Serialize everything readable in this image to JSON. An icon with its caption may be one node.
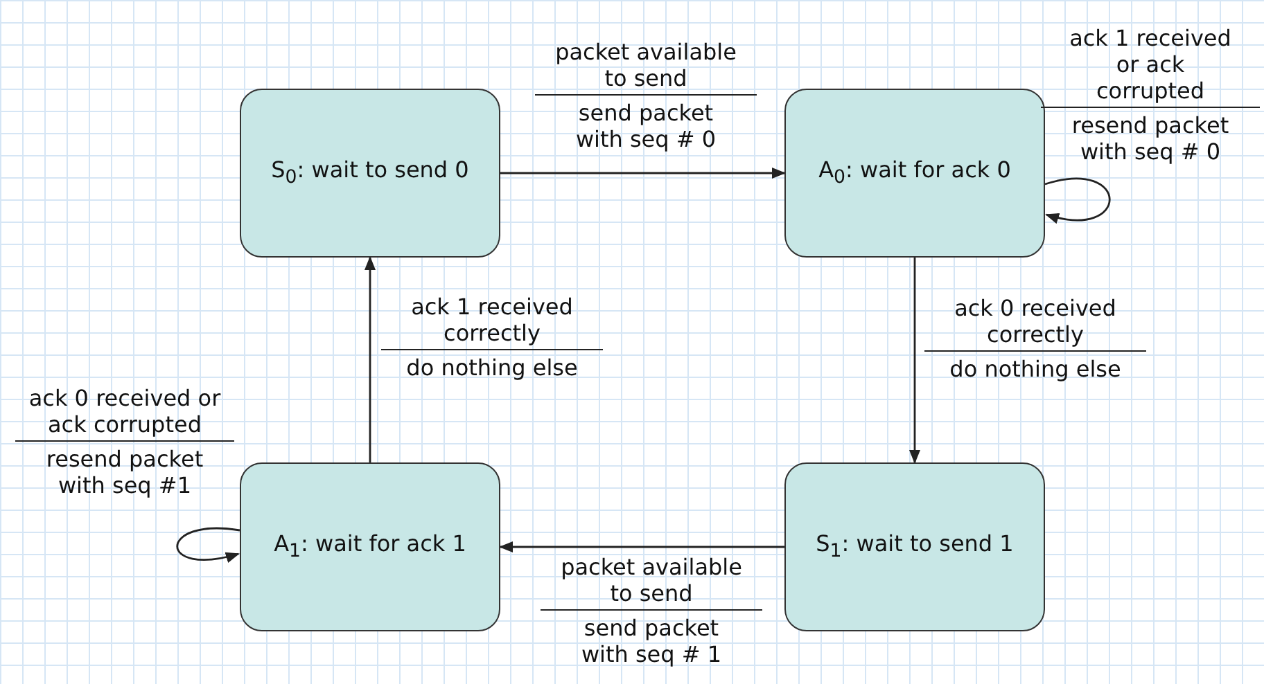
{
  "diagram": {
    "nodes": [
      {
        "text": [
          "S$_{0}$: wait to send 0"
        ]
      },
      {
        "text": [
          "A$_{0}$: wait for ack 0"
        ]
      },
      {
        "text": [
          "A$_{1}$: wait for ack 1"
        ]
      },
      {
        "text": [
          "S$_{1}$: wait to send 1"
        ]
      }
    ],
    "edges": [
      {
        "from": 0,
        "to": 1,
        "arrow": "to",
        "label": "packet available to send"
      },
      {
        "from": 1,
        "to": 1,
        "arrow": "to",
        "label": "ack 1 received or ack corrupted"
      },
      {
        "from": 1,
        "to": 3,
        "arrow": "to",
        "label": "ack 0 received correctly"
      },
      {
        "from": 3,
        "to": 2,
        "arrow": "to",
        "label": "packet available to send"
      },
      {
        "from": 2,
        "to": 2,
        "arrow": "to",
        "label": "ack 0 received or ack corrupted"
      },
      {
        "from": 2,
        "to": 0,
        "arrow": "to",
        "label": "ack 1 received correctly"
      }
    ],
    "labels": [
      "send packet with seq # 0",
      "resend packet with seq # 0",
      "do nothing else",
      "send packet with seq # 1",
      "resend packet with seq #1",
      "do nothing else"
    ]
  }
}
